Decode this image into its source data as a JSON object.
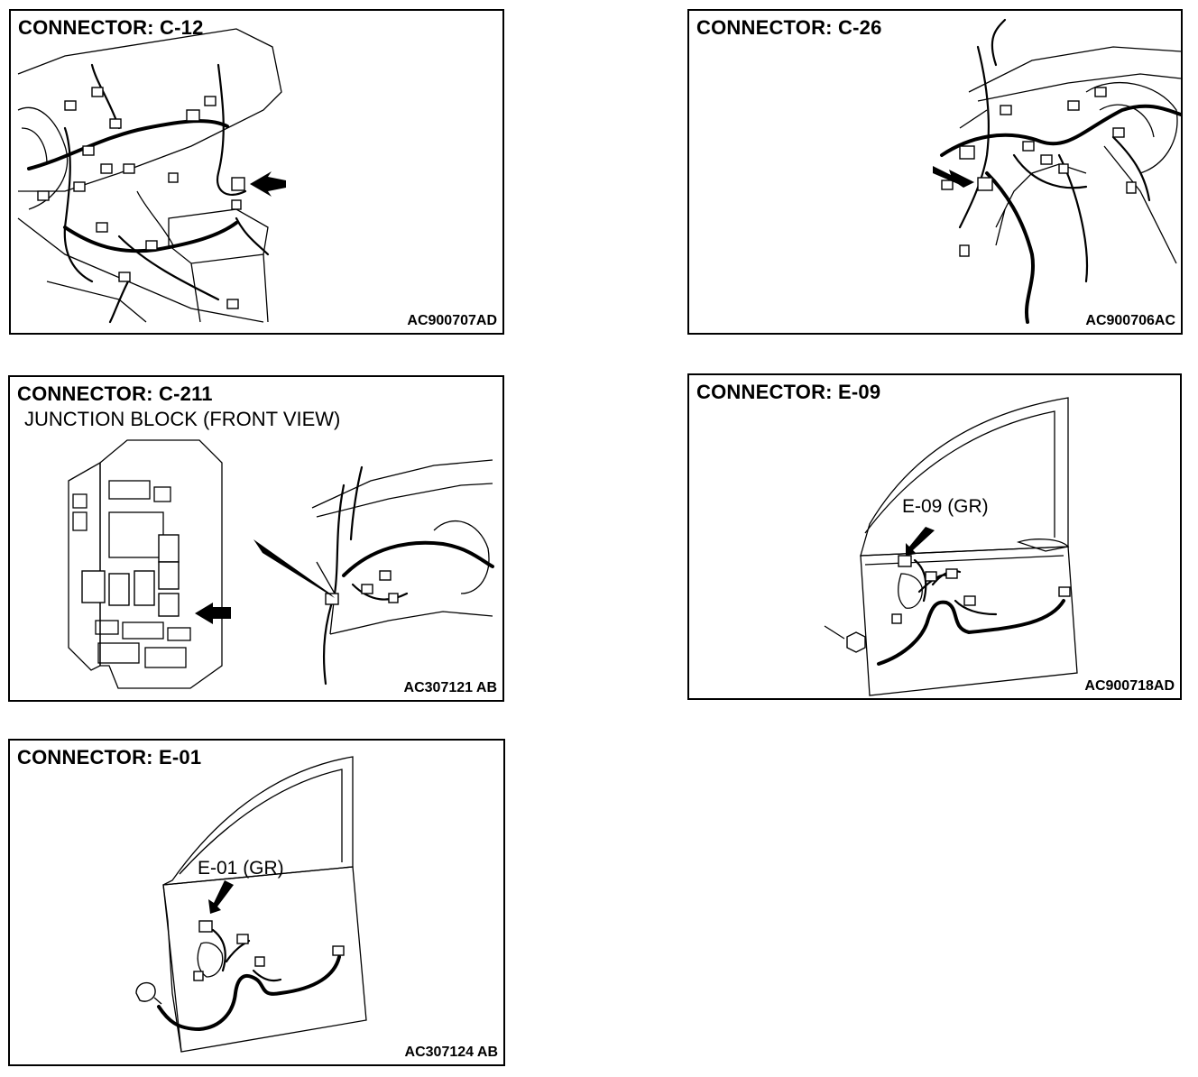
{
  "panels": {
    "c12": {
      "title": "CONNECTOR: C-12",
      "code": "AC900707AD"
    },
    "c26": {
      "title": "CONNECTOR: C-26",
      "code": "AC900706AC"
    },
    "c211": {
      "title": "CONNECTOR: C-211",
      "subtitle": "JUNCTION BLOCK (FRONT VIEW)",
      "code": "AC307121 AB"
    },
    "e09": {
      "title": "CONNECTOR: E-09",
      "callout": "E-09 (GR)",
      "code": "AC900718AD"
    },
    "e01": {
      "title": "CONNECTOR: E-01",
      "callout": "E-01 (GR)",
      "code": "AC307124 AB"
    }
  }
}
